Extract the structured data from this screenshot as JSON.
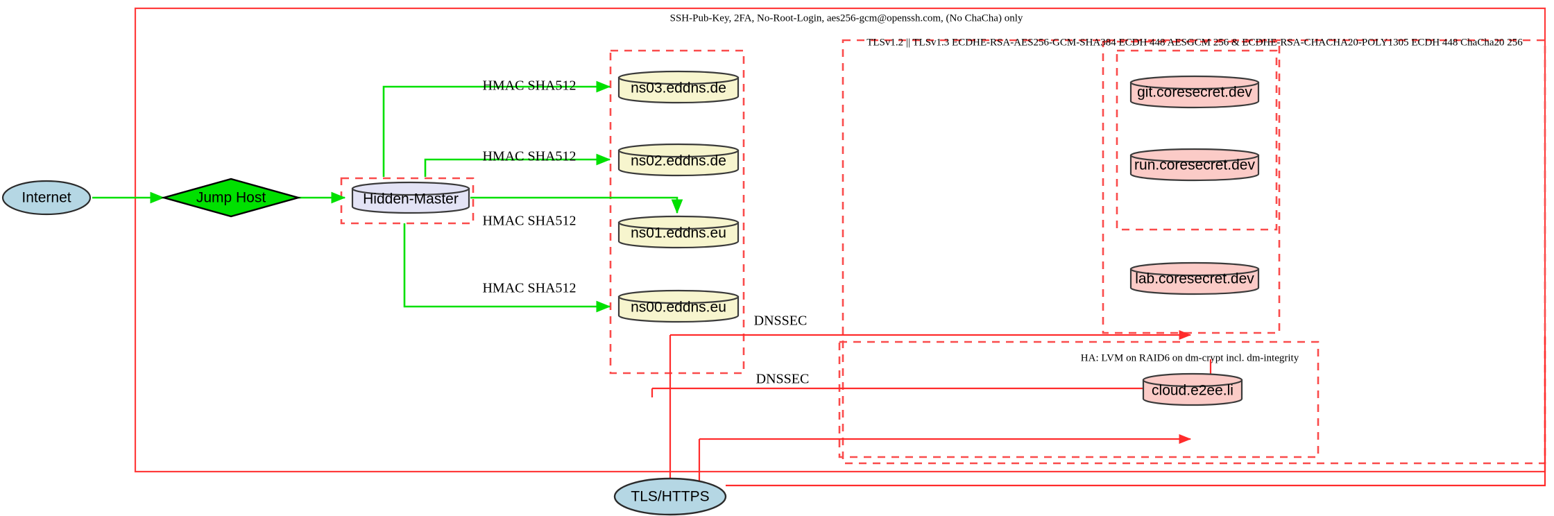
{
  "diagram": {
    "title_label": "SSH-Pub-Key, 2FA, No-Root-Login, aes256-gcm@openssh.com, (No ChaCha) only",
    "tls_cluster_label": "TLSv1.2 || TLSv1.3 ECDHE-RSA-AES256-GCM-SHA384 ECDH 448 AESGCM 256 & ECDHE-RSA-CHACHA20-POLY1305 ECDH 448 ChaCha20 256",
    "ha_cluster_label": "HA: LVM on RAID6 on dm-crypt incl. dm-integrity"
  },
  "nodes": {
    "internet": {
      "label": "Internet",
      "shape": "ellipse",
      "fill": "#b5d7e4"
    },
    "jump_host": {
      "label": "Jump Host",
      "shape": "diamond",
      "fill": "#00e000"
    },
    "hidden_master": {
      "label": "Hidden-Master",
      "shape": "cylinder",
      "fill": "#e3e3f5"
    },
    "ns03": {
      "label": "ns03.eddns.de",
      "shape": "cylinder",
      "fill": "#f7f5ce"
    },
    "ns02": {
      "label": "ns02.eddns.de",
      "shape": "cylinder",
      "fill": "#f7f5ce"
    },
    "ns01": {
      "label": "ns01.eddns.eu",
      "shape": "cylinder",
      "fill": "#f7f5ce"
    },
    "ns00": {
      "label": "ns00.eddns.eu",
      "shape": "cylinder",
      "fill": "#f7f5ce"
    },
    "git": {
      "label": "git.coresecret.dev",
      "shape": "cylinder",
      "fill": "#fbcbc7"
    },
    "run": {
      "label": "run.coresecret.dev",
      "shape": "cylinder",
      "fill": "#fbcbc7"
    },
    "lab": {
      "label": "lab.coresecret.dev",
      "shape": "cylinder",
      "fill": "#fbcbc7"
    },
    "cloud": {
      "label": "cloud.e2ee.li",
      "shape": "cylinder",
      "fill": "#fbcbc7"
    },
    "tls_https": {
      "label": "TLS/HTTPS",
      "shape": "ellipse",
      "fill": "#b5d7e4"
    }
  },
  "edge_labels": {
    "hmac_ns03": "HMAC SHA512",
    "hmac_ns02": "HMAC SHA512",
    "hmac_ns01": "HMAC SHA512",
    "hmac_ns00": "HMAC SHA512",
    "dnssec_upper": "DNSSEC",
    "dnssec_lower": "DNSSEC"
  },
  "colors": {
    "boundary_red": "#ff3b3b",
    "dashed_red": "#fa4b4b",
    "edge_green": "#00e000",
    "edge_red": "#ff2b2b",
    "ellipse_blue": "#b5d7e4",
    "diamond_green": "#00e000",
    "cylinder_lavender": "#e3e3f5",
    "cylinder_yellow": "#f7f5ce",
    "cylinder_pink": "#fbcbc7"
  }
}
